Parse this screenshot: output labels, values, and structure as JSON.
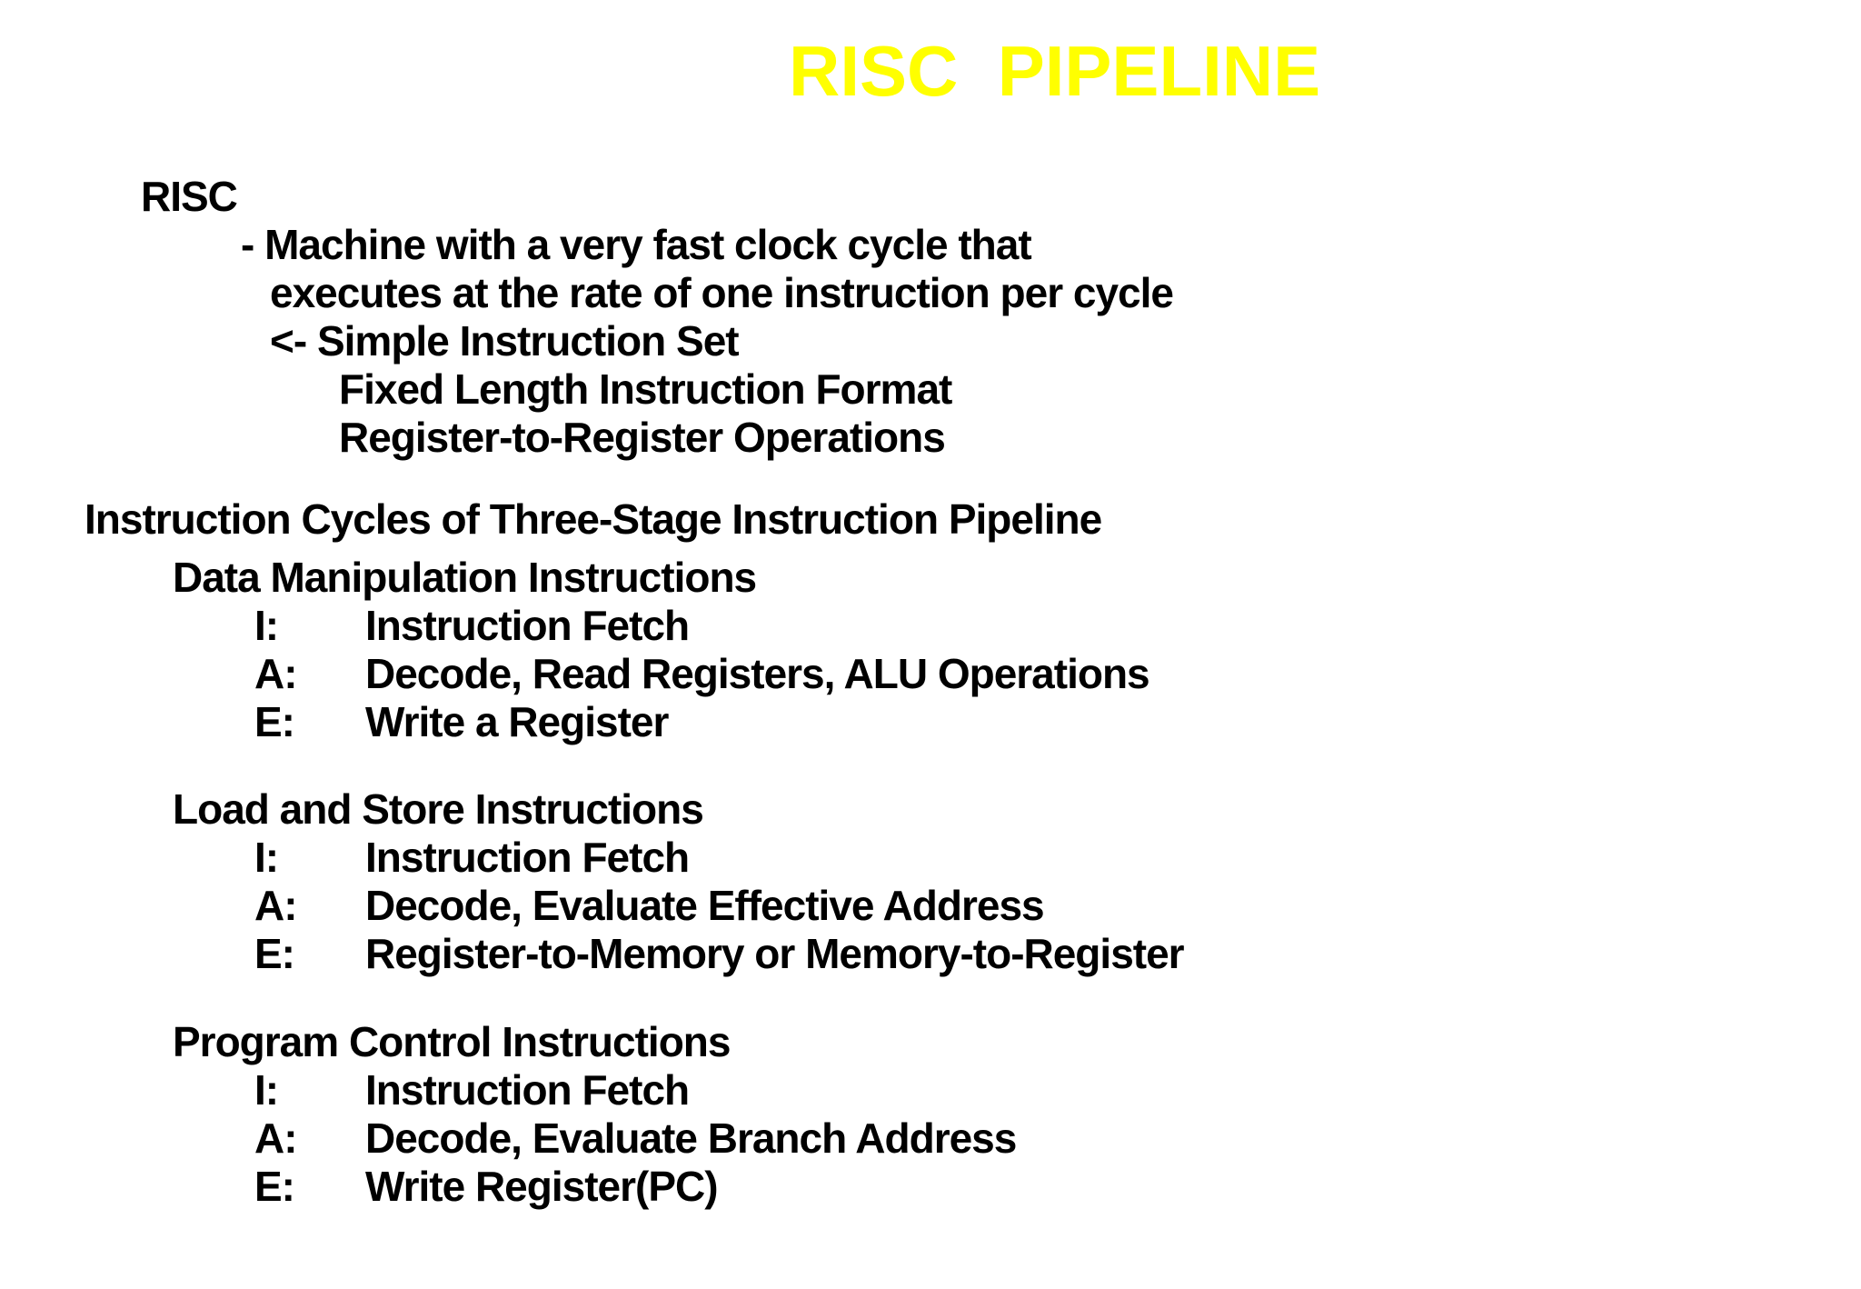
{
  "title": {
    "text": "RISC  PIPELINE",
    "color": "#ffff00"
  },
  "risc_block": {
    "heading": "RISC",
    "line1": "- Machine with a very fast clock cycle that",
    "line2": "executes at the rate of one instruction per cycle",
    "line3": "<- Simple Instruction Set",
    "line4": "Fixed Length Instruction Format",
    "line5": "Register-to-Register Operations"
  },
  "pipeline_section": {
    "heading": "Instruction Cycles of Three-Stage Instruction Pipeline",
    "groups": [
      {
        "title": "Data Manipulation Instructions",
        "stages": [
          {
            "label": "I:",
            "desc": "Instruction Fetch"
          },
          {
            "label": "A:",
            "desc": "Decode, Read Registers, ALU Operations"
          },
          {
            "label": "E:",
            "desc": "Write a Register"
          }
        ]
      },
      {
        "title": "Load and Store Instructions",
        "stages": [
          {
            "label": "I:",
            "desc": "Instruction Fetch"
          },
          {
            "label": "A:",
            "desc": "Decode, Evaluate Effective Address"
          },
          {
            "label": "E:",
            "desc": "Register-to-Memory or Memory-to-Register"
          }
        ]
      },
      {
        "title": "Program Control Instructions",
        "stages": [
          {
            "label": "I:",
            "desc": "Instruction Fetch"
          },
          {
            "label": "A:",
            "desc": "Decode, Evaluate Branch Address"
          },
          {
            "label": "E:",
            "desc": "Write Register(PC)"
          }
        ]
      }
    ]
  }
}
